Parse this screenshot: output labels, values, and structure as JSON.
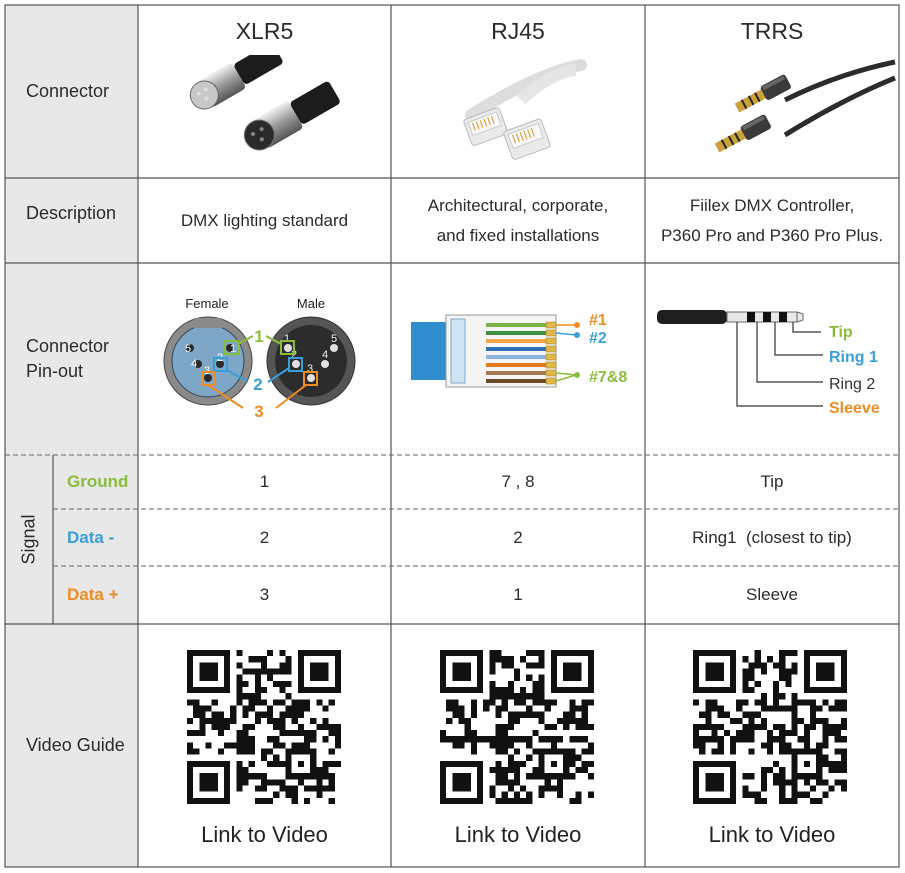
{
  "columns": [
    {
      "id": "xlr5",
      "title": "XLR5",
      "description": "DMX lighting standard"
    },
    {
      "id": "rj45",
      "title": "RJ45",
      "description_lines": [
        "Architectural, corporate,",
        "and fixed installations"
      ]
    },
    {
      "id": "trrs",
      "title": "TRRS",
      "description_lines": [
        "Fiilex DMX Controller,",
        "P360 Pro and P360 Pro Plus."
      ]
    }
  ],
  "rows": {
    "connector": "Connector",
    "description": "Description",
    "pinout_lines": [
      "Connector",
      "Pin-out"
    ],
    "signal": "Signal",
    "video_guide": "Video Guide"
  },
  "xlr_diagram": {
    "female_label": "Female",
    "male_label": "Male",
    "female_pins": [
      "5",
      "4",
      "3",
      "2",
      "1"
    ],
    "male_pins": [
      "1",
      "2",
      "3",
      "4",
      "5"
    ],
    "callouts": [
      "1",
      "2",
      "3"
    ]
  },
  "rj45_diagram": {
    "callouts": [
      "#1",
      "#2",
      "#7&8"
    ]
  },
  "trrs_diagram": {
    "callouts": [
      "Tip",
      "Ring 1",
      "Ring 2",
      "Sleeve"
    ]
  },
  "signals": [
    {
      "name": "Ground",
      "color": "#8bbd3c",
      "values": [
        "1",
        "7 , 8",
        "Tip"
      ]
    },
    {
      "name": "Data -",
      "color": "#3a9fd8",
      "values": [
        "2",
        "2",
        "Ring1  (closest to tip)"
      ]
    },
    {
      "name": "Data +",
      "color": "#ef8c23",
      "values": [
        "3",
        "1",
        "Sleeve"
      ]
    }
  ],
  "video": {
    "link_label": "Link to Video"
  },
  "colors": {
    "green": "#8bbd3c",
    "blue": "#3a9fd8",
    "orange": "#ef8c23",
    "border": "#555555",
    "gray_bg": "#e8e8e8"
  }
}
